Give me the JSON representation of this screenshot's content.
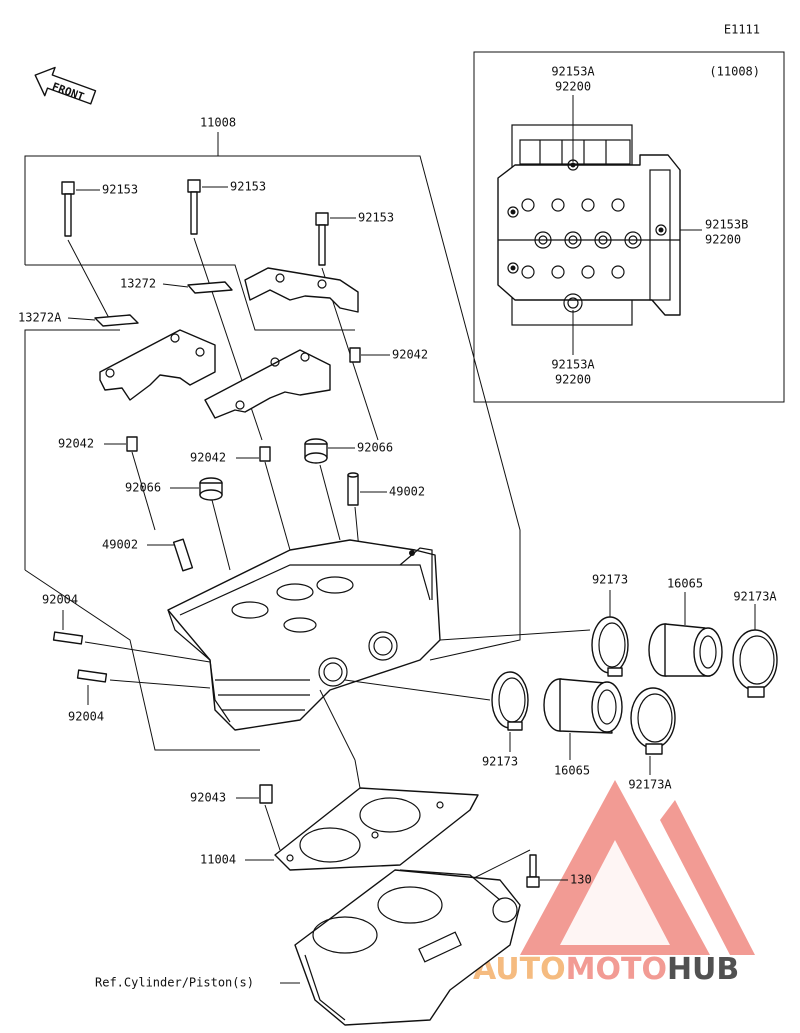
{
  "diagram_code": "E1111",
  "front_label": "FRONT",
  "parts": {
    "head_assembly": "11008",
    "bolt_a": "92153",
    "bolt_b": "92153",
    "bolt_c": "92153",
    "bracket_13272": "13272",
    "bracket_13272a": "13272A",
    "dowel_a": "92042",
    "dowel_b": "92042",
    "dowel_c": "92042",
    "seal_a": "92066",
    "seal_b": "92066",
    "guide_a": "49002",
    "guide_b": "49002",
    "stud_a": "92004",
    "stud_b": "92004",
    "clamp_a": "92173",
    "clamp_b": "92173",
    "clamp_c": "92173A",
    "clamp_d": "92173A",
    "holder_a": "16065",
    "holder_b": "16065",
    "dowel_92043": "92043",
    "gasket": "11004",
    "bolt_130": "130",
    "ref_cylinder": "Ref.Cylinder/Piston(s)"
  },
  "inset": {
    "assembly_ref": "(11008)",
    "top_a": "92153A",
    "top_b": "92200",
    "right_a": "92153B",
    "right_b": "92200",
    "bottom_a": "92153A",
    "bottom_b": "92200"
  },
  "watermark": {
    "part1": "AUTO",
    "part2": "MOTO",
    "part3": "HUB",
    "color_main": "#f08a82",
    "color_dark": "#333333"
  }
}
